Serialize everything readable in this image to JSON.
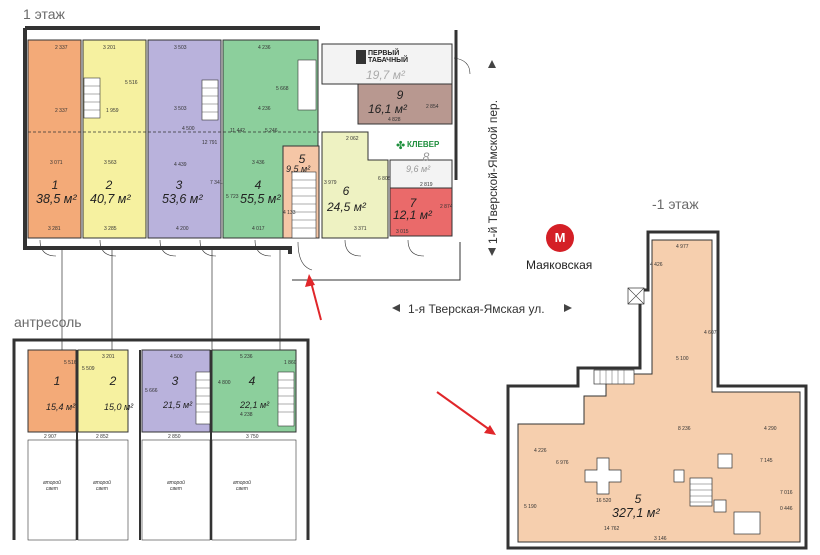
{
  "labels": {
    "floor1": "1 этаж",
    "mezzanine": "антресоль",
    "basement": "-1 этаж",
    "street_main": "1-я Тверская-Ямская ул.",
    "street_side": "1-й Тверской-Ямской пер.",
    "metro": "Маяковская",
    "metro_logo": "M"
  },
  "tenants": {
    "tabak_line1": "ПЕРВЫЙ",
    "tabak_line2": "ТАБАЧНЫЙ",
    "klever": "КЛЕВЕР"
  },
  "floor1_rooms": [
    {
      "num": "1",
      "area": "38,5 м²",
      "color": "#f3aa78"
    },
    {
      "num": "2",
      "area": "40,7 м²",
      "color": "#f6f1a0"
    },
    {
      "num": "3",
      "area": "53,6 м²",
      "color": "#b9b2dc"
    },
    {
      "num": "4",
      "area": "55,5 м²",
      "color": "#8ccf9c"
    },
    {
      "num": "5",
      "area": "9,5 м²",
      "color": "#f5c6a6"
    },
    {
      "num": "6",
      "area": "24,5 м²",
      "color": "#eef2c2"
    },
    {
      "num": "7",
      "area": "12,1 м²",
      "color": "#ea6a6a"
    },
    {
      "num": "8",
      "area": "9,6 м²",
      "color": "#f3f3f3"
    },
    {
      "num": "9",
      "area": "16,1 м²",
      "color": "#b89890"
    },
    {
      "num": "",
      "area": "19,7 м²",
      "color": "#f3f3f3"
    }
  ],
  "mezz_rooms": [
    {
      "num": "1",
      "area": "15,4 м²"
    },
    {
      "num": "2",
      "area": "15,0 м²"
    },
    {
      "num": "3",
      "area": "21,5 м²"
    },
    {
      "num": "4",
      "area": "22,1 м²"
    }
  ],
  "mezz_second_light": "второй свет",
  "basement_room": {
    "num": "5",
    "area": "327,1 м²",
    "color": "#f6cfae"
  },
  "dims": {
    "r1_top": "2 337",
    "r1_mid": "2 337",
    "r1_low": "3 071",
    "r1_bot": "3 281",
    "r2_top": "3 201",
    "r2_side": "5 516",
    "r2_mid": "1 959",
    "r2_low": "3 563",
    "r2_bot": "3 285",
    "r3_top": "3 503",
    "r3_mid": "3 503",
    "r3_low": "4 439",
    "r3_bot": "4 200",
    "cross_1": "4 500",
    "cross_2": "12 791",
    "cross_3": "11 442",
    "cross_4": "5 246",
    "r4_top": "4 236",
    "r4_side": "5 668",
    "r4_mid": "4 236",
    "r4_low": "3 436",
    "r4_bot": "4 017",
    "r3_side": "7 341",
    "r4_left": "5 723",
    "r4_corr": "4 133",
    "r6_top": "2 062",
    "r6_a": "3 979",
    "r6_b": "6 808",
    "r6_bot": "3 371",
    "r7_top": "2 819",
    "r7_side": "2 874",
    "r7_bot": "3 015",
    "r9_side": "2 854",
    "r9_bot": "4 828",
    "m1_top": "5 516",
    "m2_top": "3 201",
    "m2_side": "5 509",
    "m3_top": "4 500",
    "m3_side": "5 666",
    "m4_top": "5 236",
    "m4_side": "1 860",
    "m4_l": "4 800",
    "m4_bot": "4 238",
    "m_b1": "2 907",
    "m_b2": "2 852",
    "m_b3": "2 850",
    "m_b4": "3 750",
    "b_a": "4 977",
    "b_b": "4 426",
    "b_c": "4 607",
    "b_d": "5 100",
    "b_e": "8 236",
    "b_f": "4 290",
    "b_g": "7 145",
    "b_h": "4 226",
    "b_i": "6 976",
    "b_j": "16 520",
    "b_k": "14 762",
    "b_l": "5 190",
    "b_m": "7 016",
    "b_n": "0 446",
    "b_o": "3 146"
  },
  "colors": {
    "wall": "#333333",
    "room1": "#f3aa78",
    "room2": "#f6f1a0",
    "room3": "#b9b2dc",
    "room4": "#8ccf9c",
    "room5": "#f5c6a6",
    "room6": "#eef2c2",
    "room7": "#ea6a6a",
    "room9": "#b89890",
    "basement": "#f6cfae",
    "arrow": "#e0262a",
    "metro": "#d41f26"
  }
}
